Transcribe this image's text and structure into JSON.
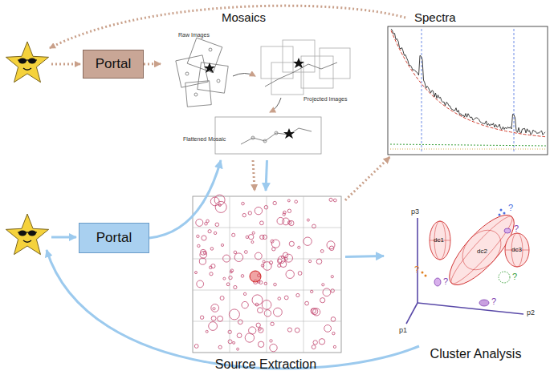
{
  "diagram": {
    "nodes": [
      {
        "text": [
          "Portal"
        ]
      },
      {
        "text": [
          "Portal"
        ]
      },
      {
        "text": [
          "Mosaics"
        ]
      },
      {
        "text": [
          "Spectra"
        ]
      },
      {
        "text": [
          "Source Extraction"
        ]
      },
      {
        "text": [
          "Cluster Analysis"
        ]
      }
    ],
    "edges": [
      {
        "from": 0,
        "to": 2,
        "arrow": "to"
      },
      {
        "from": 1,
        "to": 2,
        "arrow": "to"
      },
      {
        "from": 2,
        "to": 4,
        "arrow": "to"
      },
      {
        "from": 2,
        "to": 4,
        "arrow": "to"
      },
      {
        "from": 4,
        "to": 3,
        "arrow": "to"
      },
      {
        "from": 4,
        "to": 5,
        "arrow": "to"
      }
    ],
    "labels": [
      "Raw Images",
      "Projected Images",
      "Flattened Mosaic",
      "p3",
      "p1",
      "p2",
      "dc1",
      "dc2",
      "dc3",
      "?",
      "?",
      "?",
      "?",
      "?",
      "?"
    ]
  }
}
